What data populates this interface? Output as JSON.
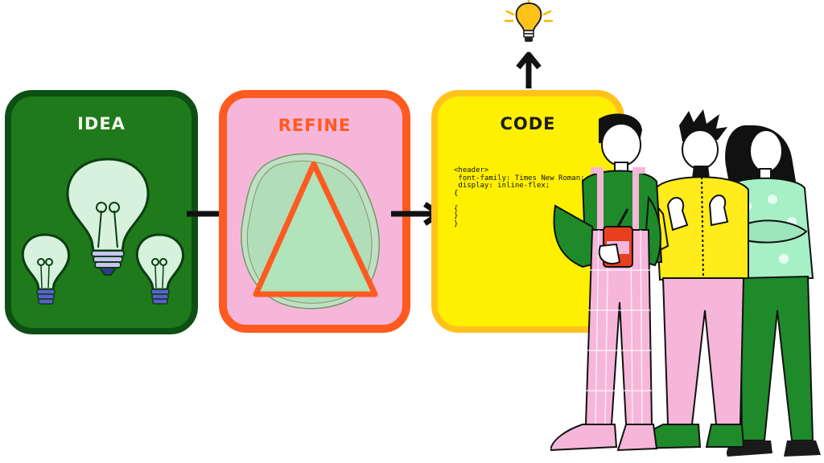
{
  "cards": {
    "idea": {
      "title": "IDEA"
    },
    "refine": {
      "title": "REFINE"
    },
    "code": {
      "title": "CODE"
    }
  },
  "code_lines": "<header>\n font-family: Times New Roman;\n display: inline-flex;\n{\n\n{\n}\n}",
  "colors": {
    "idea_fill": "#1e7a1a",
    "idea_border": "#0d4f14",
    "refine_fill": "#f6b6da",
    "refine_border": "#ff5a1f",
    "code_fill": "#fff000",
    "code_border": "#ffc21a",
    "arrow": "#111111"
  },
  "icons": [
    "lightbulb-icon",
    "triangle-icon",
    "blob-shape",
    "arrow-right-icon",
    "arrow-up-icon",
    "people-illustration"
  ]
}
